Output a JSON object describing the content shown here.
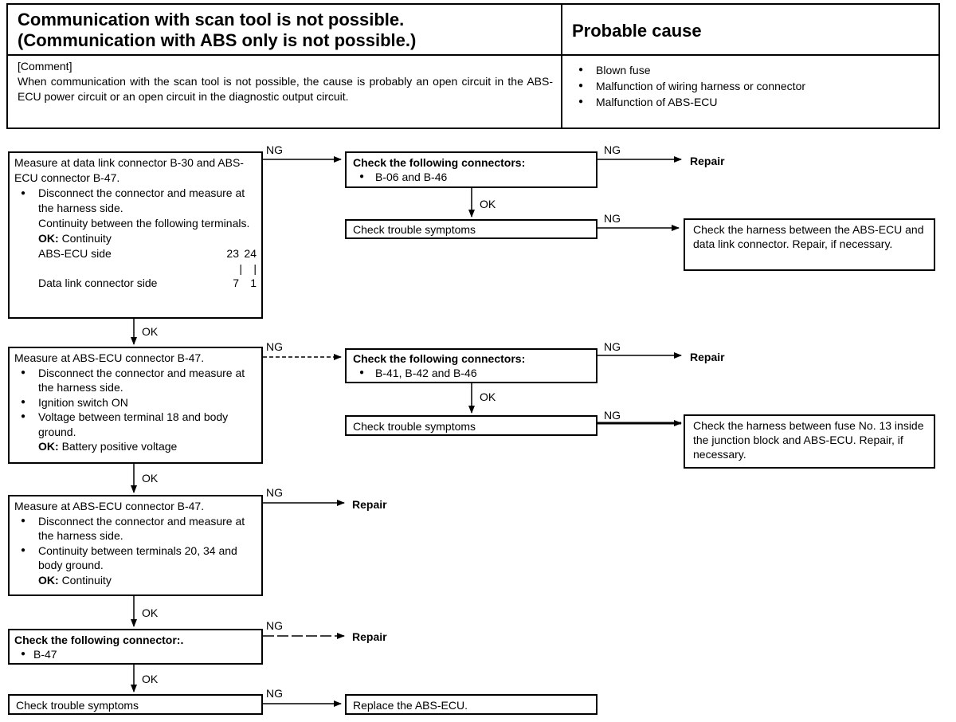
{
  "header": {
    "title_line1": "Communication with scan tool is not possible.",
    "title_line2": "(Communication with ABS only is not possible.)",
    "probable_cause_title": "Probable cause",
    "comment_label": "[Comment]",
    "comment_text": "When communication with the scan tool is not possible, the cause is probably an open circuit in the ABS-ECU power circuit or an open circuit in the diagnostic output circuit.",
    "causes": [
      "Blown fuse",
      "Malfunction of wiring harness or connector",
      "Malfunction of ABS-ECU"
    ]
  },
  "step1": {
    "line1": "Measure at data link connector B-30 and ABS-ECU connector B-47.",
    "bullet": "Disconnect the connector and measure at the harness side.",
    "line2": "Continuity between the following terminals.",
    "ok_label": "OK:",
    "ok_value": "Continuity",
    "ecu_side": "ABS-ECU side",
    "ecu_t1": "23",
    "ecu_t2": "24",
    "dlc_side": "Data link connector side",
    "dlc_t1": "7",
    "dlc_t2": "1"
  },
  "step1_ng": {
    "title": "Check the following connectors:",
    "item": "B-06 and B-46",
    "repair": "Repair",
    "check": "Check trouble symptoms",
    "harness": "Check the harness between the ABS-ECU and data link connector. Repair, if necessary."
  },
  "step2": {
    "line1": "Measure at ABS-ECU connector B-47.",
    "bullet1": "Disconnect the connector and measure at the harness side.",
    "bullet2": "Ignition switch ON",
    "bullet3": "Voltage between terminal 18 and body ground.",
    "ok_label": "OK:",
    "ok_value": "Battery positive voltage"
  },
  "step2_ng": {
    "title": "Check the following connectors:",
    "item": "B-41, B-42 and B-46",
    "repair": "Repair",
    "check": "Check trouble symptoms",
    "harness": "Check the harness between fuse No. 13 inside the junction block and ABS-ECU. Repair, if necessary."
  },
  "step3": {
    "line1": "Measure at ABS-ECU connector B-47.",
    "bullet1": "Disconnect the connector and measure at the harness side.",
    "bullet2": "Continuity between terminals 20, 34 and body ground.",
    "ok_label": "OK:",
    "ok_value": "Continuity",
    "repair": "Repair"
  },
  "step4": {
    "title": "Check the following connector:.",
    "item": "B-47",
    "repair": "Repair"
  },
  "step5": {
    "check": "Check trouble symptoms",
    "replace": "Replace the ABS-ECU."
  },
  "labels": {
    "ng": "NG",
    "ok": "OK"
  }
}
